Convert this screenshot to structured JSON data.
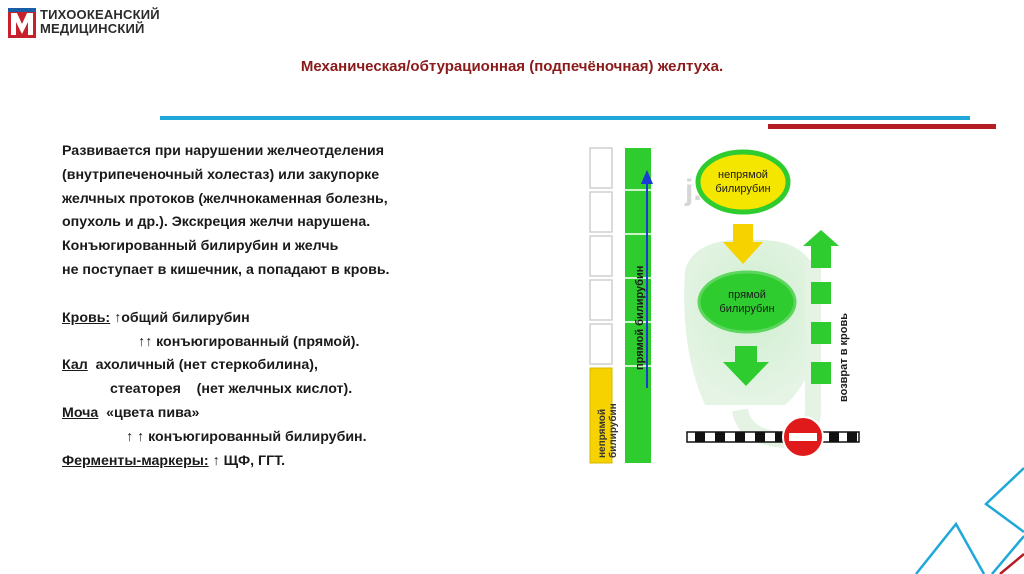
{
  "logo": {
    "line1": "ТИХООКЕАНСКИЙ",
    "line2": "МЕДИЦИНСКИЙ"
  },
  "title": "Механическая/обтурационная (подпечёночная) желтуха.",
  "paragraph": [
    "Развивается при нарушении желчеотделения",
    "(внутрипеченочный холестаз) или закупорке",
    "желчных протоков (желчнокаменная болезнь,",
    "опухоль и др.). Экскреция желчи нарушена.",
    "Конъюгированный билирубин и желчь",
    "не поступает в кишечник, а попадают в кровь."
  ],
  "blood": {
    "label": "Кровь:",
    "item1": "↑общий билирубин",
    "item2": "↑↑ конъюгированный (прямой)."
  },
  "stool": {
    "label": "Кал",
    "item1": "  ахоличный (нет стеркобилина),",
    "item2": "стеаторея    (нет желчных кислот)."
  },
  "urine": {
    "label": "Моча",
    "item1": "  «цвета пива»",
    "item2": "↑ ↑ конъюгированный билирубин."
  },
  "enzymes": {
    "label": "Ферменты-маркеры:",
    "item": " ↑ ЩФ, ГГТ."
  },
  "diagram": {
    "indirect_top": [
      "непрямой",
      "билирубин"
    ],
    "direct": [
      "прямой",
      "билирубин"
    ],
    "col_direct": "прямой билирубин",
    "col_indirect": [
      "непрямой",
      "билирубин"
    ],
    "return_label": "возврат в кровь",
    "watermark": "j...info"
  },
  "colors": {
    "title": "#8b1a1a",
    "blue_rule": "#1fa8d8",
    "red_rule": "#b51d25",
    "green": "#2ecc2e",
    "yellow": "#f5d200"
  }
}
